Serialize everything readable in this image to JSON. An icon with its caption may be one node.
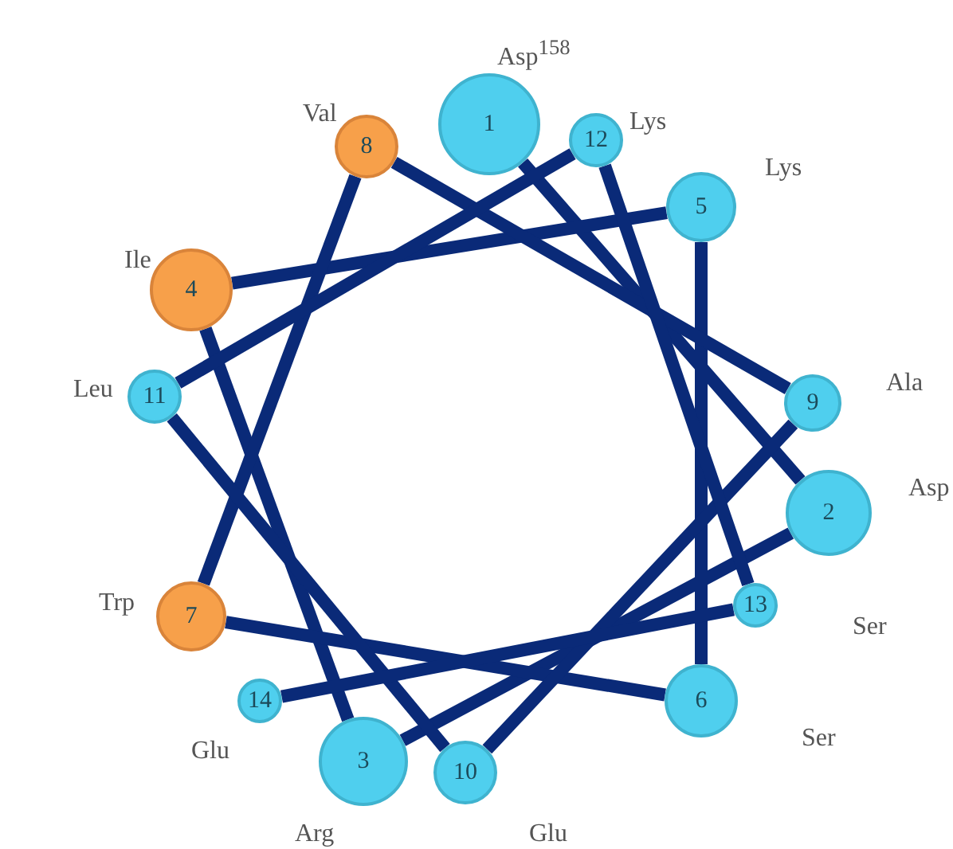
{
  "diagram": {
    "nodes": [
      {
        "text": [
          "1"
        ],
        "beside": [
          "Asp$^{158}$"
        ]
      },
      {
        "text": [
          "2"
        ],
        "beside": [
          "Asp"
        ]
      },
      {
        "text": [
          "3"
        ],
        "beside": [
          "Arg"
        ]
      },
      {
        "text": [
          "4"
        ],
        "beside": [
          "Ile"
        ]
      },
      {
        "text": [
          "5"
        ],
        "beside": [
          "Lys"
        ]
      },
      {
        "text": [
          "6"
        ],
        "beside": [
          "Ser"
        ]
      },
      {
        "text": [
          "7"
        ],
        "beside": [
          "Trp"
        ]
      },
      {
        "text": [
          "8"
        ],
        "beside": [
          "Val"
        ]
      },
      {
        "text": [
          "9"
        ],
        "beside": [
          "Ala"
        ]
      },
      {
        "text": [
          "10"
        ],
        "beside": [
          "Glu"
        ]
      },
      {
        "text": [
          "11"
        ],
        "beside": [
          "Leu"
        ]
      },
      {
        "text": [
          "12"
        ],
        "beside": [
          "Lys"
        ]
      },
      {
        "text": [
          "13"
        ],
        "beside": [
          "Ser"
        ]
      },
      {
        "text": [
          "14"
        ],
        "beside": [
          "Glu"
        ]
      }
    ],
    "edges": [
      {
        "from": 0,
        "to": 1,
        "arrow": "none"
      },
      {
        "from": 1,
        "to": 2,
        "arrow": "none"
      },
      {
        "from": 2,
        "to": 3,
        "arrow": "none"
      },
      {
        "from": 3,
        "to": 4,
        "arrow": "none"
      },
      {
        "from": 4,
        "to": 5,
        "arrow": "none"
      },
      {
        "from": 5,
        "to": 6,
        "arrow": "none"
      },
      {
        "from": 6,
        "to": 7,
        "arrow": "none"
      },
      {
        "from": 7,
        "to": 8,
        "arrow": "none"
      },
      {
        "from": 8,
        "to": 9,
        "arrow": "none"
      },
      {
        "from": 9,
        "to": 10,
        "arrow": "none"
      },
      {
        "from": 10,
        "to": 11,
        "arrow": "none"
      },
      {
        "from": 11,
        "to": 12,
        "arrow": "none"
      },
      {
        "from": 12,
        "to": 13,
        "arrow": "none"
      }
    ]
  }
}
